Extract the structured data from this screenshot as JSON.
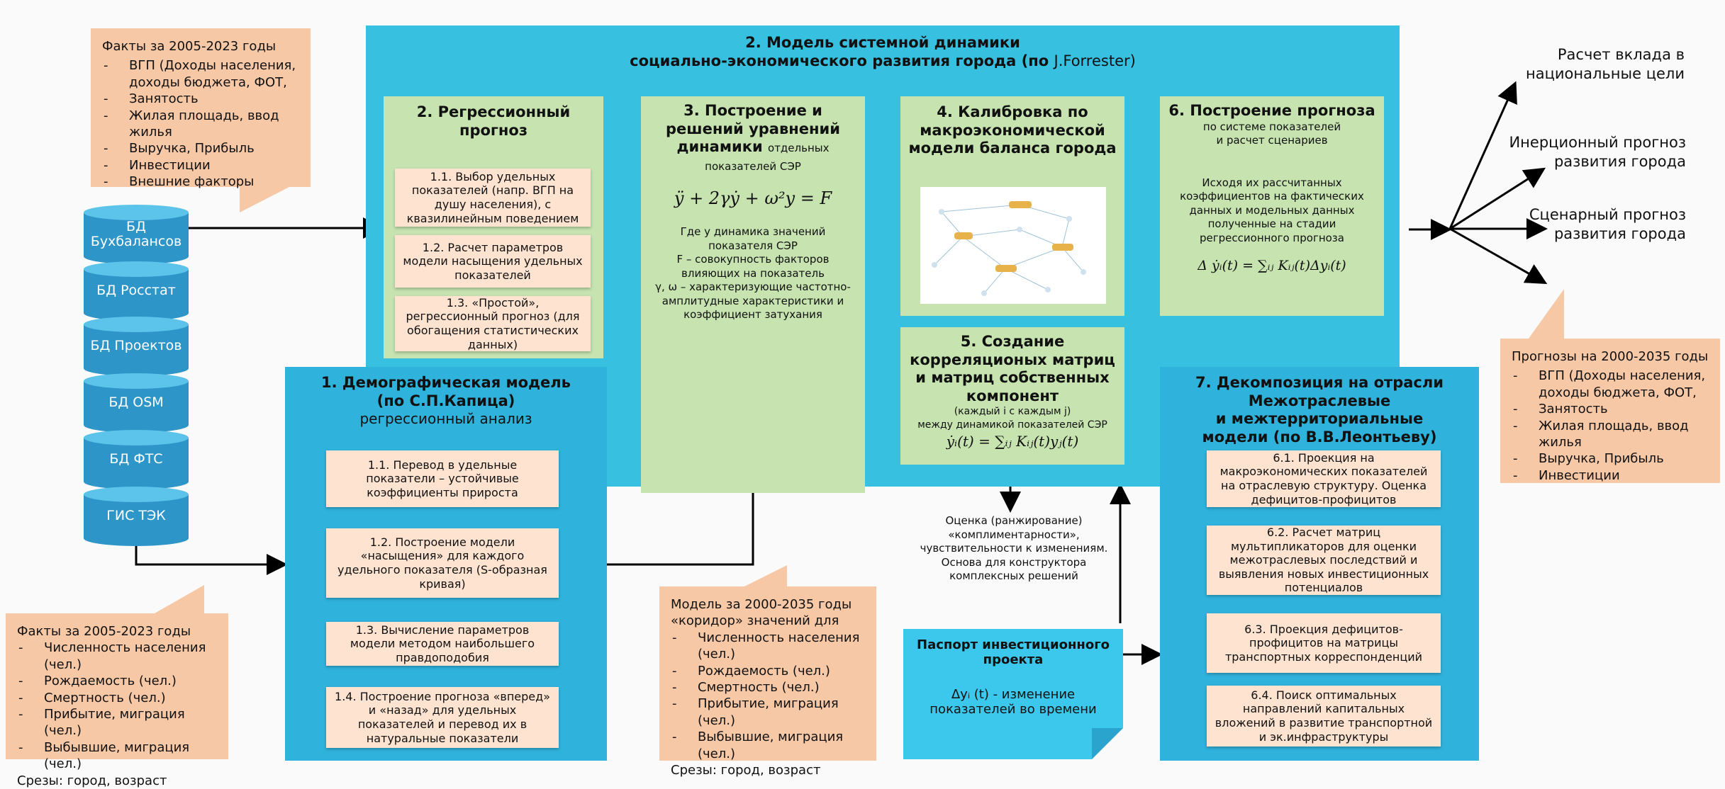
{
  "model_box": {
    "title_line1": "2. Модель системной динамики",
    "title_line2": "социально-экономического развития города (по ",
    "title_author": "J.Forrester)"
  },
  "regression": {
    "title": "2. Регрессионный прогноз",
    "items": [
      "1.1. Выбор удельных показателей (напр. ВГП на душу населения), с квазилинейным поведением",
      "1.2. Расчет параметров модели насыщения удельных показателей",
      "1.3. «Простой», регрессионный прогноз (для обогащения статистических данных)"
    ]
  },
  "equations": {
    "title": "3. Построение и решений уравнений динамики",
    "title_tail": "отдельных показателей СЭР",
    "formula": "ÿ + 2γẏ + ω²y = F",
    "desc": "Где y динамика значений показателя СЭР\nF – совокупность факторов влияющих на показатель\nγ, ω – характеризующие частотно-амплитудные характеристики и коэффициент затухания"
  },
  "calibration": {
    "title": "4. Калибровка по макроэкономической модели баланса города"
  },
  "forecast": {
    "title": "6. Построение прогноза",
    "subtitle": "по системе показателей\nи расчет сценариев",
    "desc": "Исходя их рассчитанных коэффициентов на фактических данных и модельных данных полученные на стадии регрессионного прогноза",
    "formula": "Δ ẏᵢ(t) = ∑ᵢⱼ Kᵢⱼ(t)Δyᵢ(t)"
  },
  "correlation": {
    "title": "5. Создание корреляционых матриц и матриц собственных компонент",
    "subtitle": "(каждый i с каждым j)\nмежду динамикой показателей СЭР",
    "formula": "ẏᵢ(t) = ∑ᵢⱼ Kᵢⱼ(t)yⱼ(t)"
  },
  "demography": {
    "title": "1. Демографическая модель\n(по С.П.Капица)",
    "subtitle": "регрессионный анализ",
    "items": [
      "1.1. Перевод в удельные показатели – устойчивые коэффициенты прироста",
      "1.2. Построение модели «насыщения» для каждого удельного показателя (S-образная кривая)",
      "1.3. Вычисление параметров модели методом наибольшего правдоподобия",
      "1.4. Построение прогноза «вперед» и «назад» для удельных показателей и перевод их в натуральные показатели"
    ]
  },
  "decomposition": {
    "title": "7. Декомпозиция на отрасли Межотраслевые\nи межтерриториальные\nмодели (по В.В.Леонтьеву)",
    "items": [
      "6.1. Проекция на макроэкономических показателей на отраслевую структуру. Оценка дефицитов-профицитов",
      "6.2. Расчет матриц мультипликаторов для оценки межотраслевых последствий и выявления новых инвестиционных потенциалов",
      "6.3. Проекция дефицитов-профицитов на матрицы транспортных корреспонденций",
      "6.4. Поиск оптимальных направлений капитальных вложений в развитие транспортной и эк.инфраструктуры"
    ]
  },
  "assessment": {
    "text": "Оценка (ранжирование) «комплиментарности», чувствительности к изменениям. Основа для конструктора комплексных решений"
  },
  "passport": {
    "title": "Паспорт инвестиционного проекта",
    "desc": "Δyᵢ (t) - изменение показателей во времени"
  },
  "facts_top": {
    "title": "Факты за 2005-2023 годы",
    "items": [
      "ВГП (Доходы населения, доходы бюджета, ФОТ,",
      "Занятость",
      "Жилая площадь, ввод жилья",
      "Выручка, Прибыль",
      "Инвестиции",
      "Внешние факторы"
    ]
  },
  "facts_bottom": {
    "title": "Факты за 2005-2023 годы",
    "items": [
      "Численность населения (чел.)",
      "Рождаемость (чел.)",
      "Смертность (чел.)",
      "Прибытие, миграция (чел.)",
      "Выбывшие, миграция (чел.)"
    ],
    "footer": "Срезы: город, возраст"
  },
  "model_corridor": {
    "title": "Модель за 2000-2035 годы\n«коридор» значений для",
    "items": [
      "Численность населения (чел.)",
      "Рождаемость (чел.)",
      "Смертность (чел.)",
      "Прибытие, миграция (чел.)",
      "Выбывшие, миграция (чел.)"
    ],
    "footer": "Срезы: город, возраст"
  },
  "forecasts_right": {
    "title": "Прогнозы на 2000-2035 годы",
    "items": [
      "ВГП (Доходы населения, доходы бюджета, ФОТ,",
      "Занятость",
      "Жилая площадь, ввод жилья",
      "Выручка, Прибыль",
      "Инвестиции"
    ]
  },
  "databases": [
    "БД Бухбалансов",
    "БД Росстат",
    "БД Проектов",
    "БД OSM",
    "БД ФТС",
    "ГИС ТЭК"
  ],
  "outputs": [
    "Расчет вклада в национальные цели",
    "Инерционный прогноз развития города",
    "Сценарный прогноз развития города"
  ],
  "colors": {
    "big_blue": "#38c0e0",
    "blue": "#2fb3dc",
    "green": "#c6e3b0",
    "peach": "#f7c8a6",
    "sub": "#fde3d0",
    "db": "#2e95c8"
  }
}
